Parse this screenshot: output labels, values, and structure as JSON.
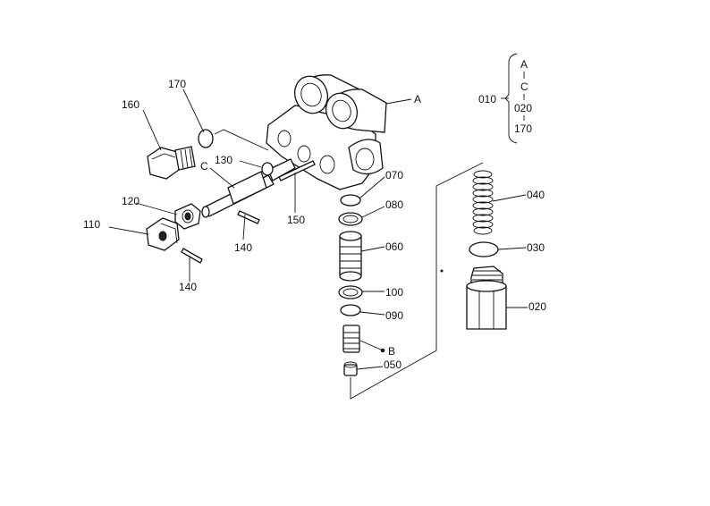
{
  "labels": {
    "p170_top": "170",
    "p160": "160",
    "p130": "130",
    "pC": "C",
    "p120": "120",
    "p110": "110",
    "p140_mid": "140",
    "p140_low": "140",
    "p150": "150",
    "pA": "A",
    "p070": "070",
    "p080": "080",
    "p060": "060",
    "p100": "100",
    "p090": "090",
    "pB": "B",
    "p050": "050",
    "p040": "040",
    "p030": "030",
    "p020": "020"
  },
  "legend": {
    "assembly": "010",
    "items": [
      "A",
      "C",
      "020",
      "170"
    ]
  }
}
